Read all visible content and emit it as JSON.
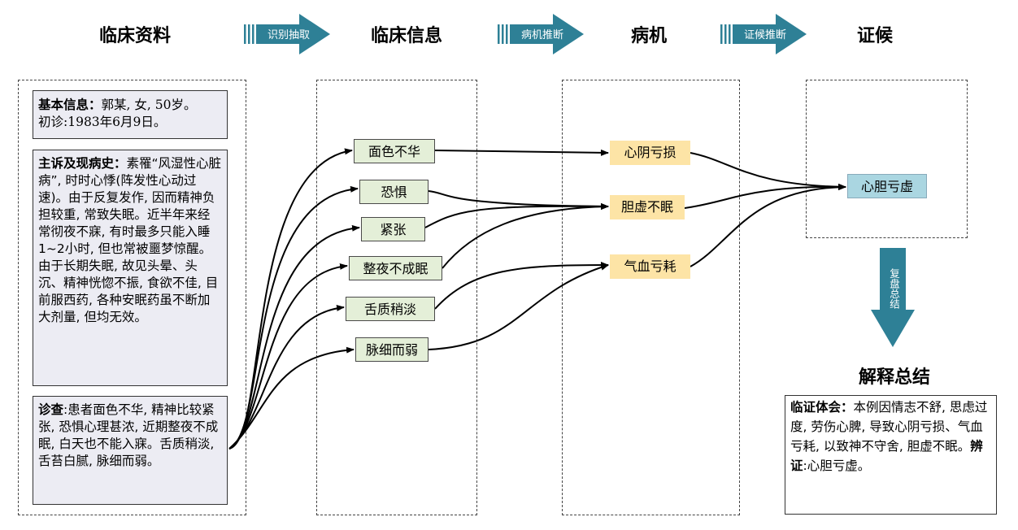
{
  "headers": {
    "clinical_data": "临床资料",
    "clinical_info": "临床信息",
    "pathogenesis": "病机",
    "syndrome": "证候"
  },
  "steps": {
    "identify": "识别抽取",
    "pathogenesis_reasoning": "病机推断",
    "syndrome_reasoning": "证候推断",
    "review": "复盘总结"
  },
  "records": {
    "basic_label": "基本信息：",
    "basic_text_1": "郭某, 女, 50岁。",
    "basic_text_2": "初诊:1983年6月9日。",
    "history_label": "主诉及现病史：",
    "history_text": "素罹“风湿性心脏病”, 时时心悸(阵发性心动过速)。由于反复发作, 因而精神负担较重, 常致失眠。近半年来经常彻夜不寐, 有时最多只能入睡1~2小时, 但也常被噩梦惊醒。由于长期失眠, 故见头晕、头沉、精神恍惚不振, 食欲不佳, 目前服西药, 各种安眠药虽不断加大剂量, 但均无效。",
    "exam_label": "诊查",
    "exam_text": ":患者面色不华, 精神比较紧张, 恐惧心理甚浓, 近期整夜不成眠, 白天也不能入寐。舌质稍淡, 舌苔白腻, 脉细而弱。"
  },
  "clinical_info": [
    "面色不华",
    "恐惧",
    "紧张",
    "整夜不成眠",
    "舌质稍淡",
    "脉细而弱"
  ],
  "pathogenesis": [
    "心阴亏损",
    "胆虚不眠",
    "气血亏耗"
  ],
  "syndrome": "心胆亏虚",
  "summary": {
    "title": "解释总结",
    "label1": "临证体会：",
    "text1": "本例因情志不舒, 思虑过度, 劳伤心脾, 导致心阴亏损、气血亏耗, 以致神不守舍, 胆虚不眠。",
    "label2": "辨证",
    "text2": ":心胆亏虚。"
  },
  "colors": {
    "arrow_teal": "#2e8096",
    "green_node": "#e4efd8",
    "yellow_node": "#fde4a6",
    "blue_node": "#aad6e1",
    "info_box": "#ececf3"
  }
}
